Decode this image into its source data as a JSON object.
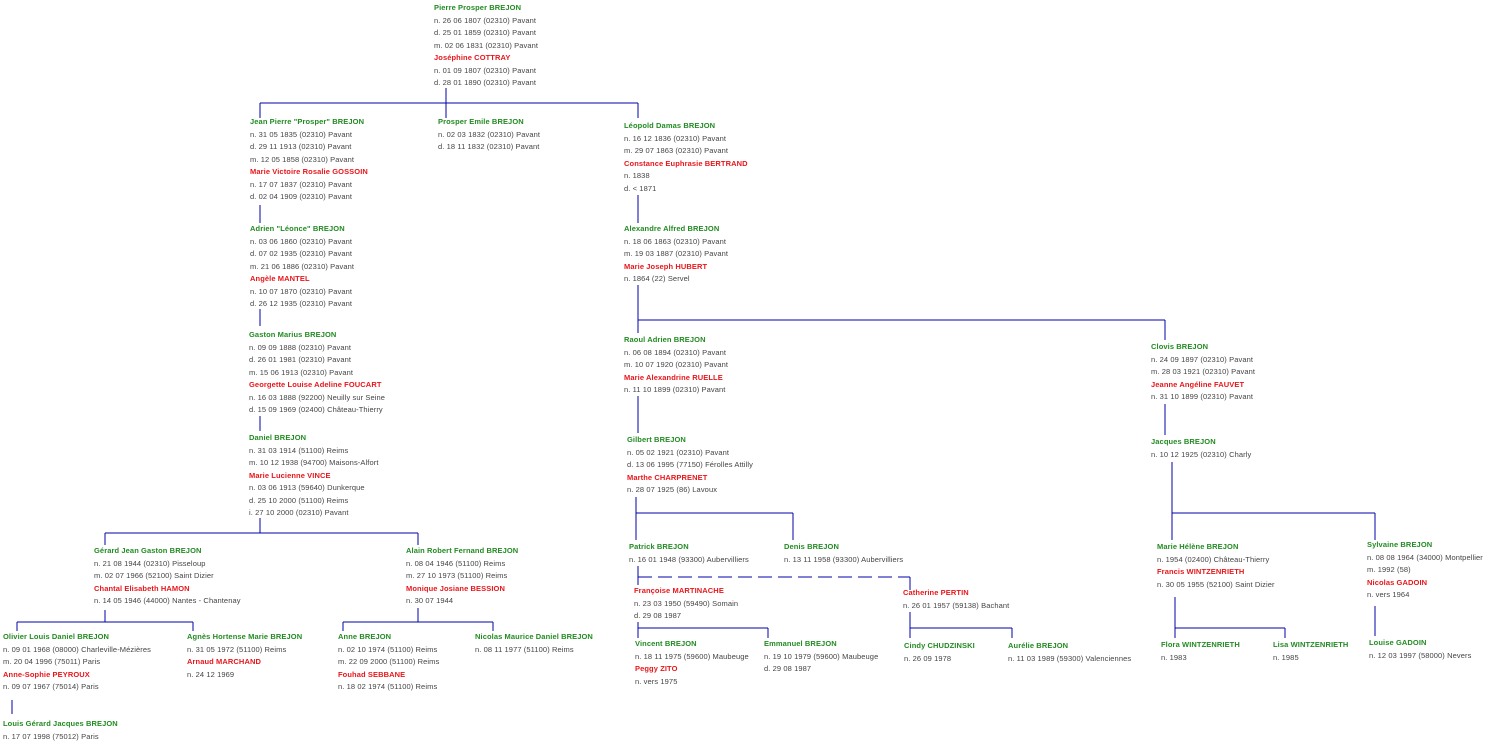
{
  "colors": {
    "person": "#228B22",
    "spouse": "#E8161B",
    "text": "#444444",
    "line": "#0000AA"
  },
  "people": {
    "p1": {
      "name": "Pierre Prosper BREJON",
      "lines": [
        "n. 26 06 1807 (02310) Pavant",
        "d. 25 01 1859 (02310) Pavant",
        "m. 02 06 1831 (02310) Pavant"
      ],
      "spouse": "Joséphine COTTRAY",
      "spouse_lines": [
        "n. 01 09 1807 (02310) Pavant",
        "d. 28 01 1890 (02310) Pavant"
      ]
    },
    "p2": {
      "name": "Jean Pierre \"Prosper\" BREJON",
      "lines": [
        "n. 31 05 1835 (02310) Pavant",
        "d. 29 11 1913 (02310) Pavant",
        "m. 12 05 1858 (02310) Pavant"
      ],
      "spouse": "Marie Victoire Rosalie GOSSOIN",
      "spouse_lines": [
        "n. 17 07 1837 (02310) Pavant",
        "d. 02 04 1909 (02310) Pavant"
      ]
    },
    "p3": {
      "name": "Prosper Emile BREJON",
      "lines": [
        "n. 02 03 1832 (02310) Pavant",
        "d. 18 11 1832 (02310) Pavant"
      ]
    },
    "p4": {
      "name": "Léopold Damas BREJON",
      "lines": [
        "n. 16 12 1836 (02310) Pavant",
        "m. 29 07 1863 (02310) Pavant"
      ],
      "spouse": "Constance Euphrasie BERTRAND",
      "spouse_lines": [
        "n.   1838",
        "d. < 1871"
      ]
    },
    "p5": {
      "name": "Adrien \"Léonce\" BREJON",
      "lines": [
        "n. 03 06 1860 (02310) Pavant",
        "d. 07 02 1935 (02310) Pavant",
        "m. 21 06 1886 (02310) Pavant"
      ],
      "spouse": "Angèle MANTEL",
      "spouse_lines": [
        "n. 10 07 1870 (02310) Pavant",
        "d. 26 12 1935 (02310) Pavant"
      ]
    },
    "p6": {
      "name": "Alexandre Alfred BREJON",
      "lines": [
        "n. 18 06 1863 (02310) Pavant",
        "m. 19 03 1887 (02310) Pavant"
      ],
      "spouse": "Marie Joseph HUBERT",
      "spouse_lines": [
        "n.   1864 (22) Servel"
      ]
    },
    "p7": {
      "name": "Gaston Marius BREJON",
      "lines": [
        "n. 09 09 1888 (02310) Pavant",
        "d. 26 01 1981 (02310) Pavant",
        "m. 15 06 1913 (02310) Pavant"
      ],
      "spouse": "Georgette Louise Adeline FOUCART",
      "spouse_lines": [
        "n. 16 03 1888 (92200) Neuilly sur Seine",
        "d. 15 09 1969 (02400) Château-Thierry"
      ]
    },
    "p8": {
      "name": "Raoul Adrien BREJON",
      "lines": [
        "n. 06 08 1894 (02310) Pavant",
        "m. 10 07 1920 (02310) Pavant"
      ],
      "spouse": "Marie Alexandrine RUELLE",
      "spouse_lines": [
        "n. 11 10 1899 (02310) Pavant"
      ]
    },
    "p9": {
      "name": "Clovis BREJON",
      "lines": [
        "n. 24 09 1897 (02310) Pavant",
        "m. 28 03 1921 (02310) Pavant"
      ],
      "spouse": "Jeanne Angéline FAUVET",
      "spouse_lines": [
        "n. 31 10 1899 (02310) Pavant"
      ]
    },
    "p10": {
      "name": "Daniel BREJON",
      "lines": [
        "n. 31 03 1914 (51100) Reims",
        "m. 10 12 1938 (94700) Maisons-Alfort"
      ],
      "spouse": "Marie Lucienne VINCE",
      "spouse_lines": [
        "n. 03 06 1913 (59640) Dunkerque",
        "d. 25 10 2000 (51100) Reims",
        "i. 27 10 2000 (02310) Pavant"
      ]
    },
    "p11": {
      "name": "Gilbert BREJON",
      "lines": [
        "n. 05 02 1921 (02310) Pavant",
        "d. 13 06 1995 (77150) Férolles Attilly"
      ],
      "spouse": "Marthe CHARPRENET",
      "spouse_lines": [
        "n. 28 07 1925 (86) Lavoux"
      ]
    },
    "p12": {
      "name": "Jacques BREJON",
      "lines": [
        "n. 10 12 1925 (02310) Charly"
      ]
    },
    "p13": {
      "name": "Gérard Jean Gaston BREJON",
      "lines": [
        "n. 21 08 1944 (02310) Pisseloup",
        "m. 02 07 1966 (52100) Saint Dizier"
      ],
      "spouse": "Chantal Elisabeth HAMON",
      "spouse_lines": [
        "n. 14 05 1946 (44000) Nantes - Chantenay"
      ]
    },
    "p14": {
      "name": "Alain Robert Fernand BREJON",
      "lines": [
        "n. 08 04 1946 (51100) Reims",
        "m. 27 10 1973 (51100) Reims"
      ],
      "spouse": "Monique Josiane BESSION",
      "spouse_lines": [
        "n. 30 07 1944"
      ]
    },
    "p15": {
      "name": "Patrick BREJON",
      "lines": [
        "n. 16 01 1948 (93300) Aubervilliers"
      ]
    },
    "p16": {
      "name": "Denis BREJON",
      "lines": [
        "n. 13 11 1958 (93300) Aubervilliers"
      ]
    },
    "p17": {
      "name": "Marie Hélène BREJON",
      "lines": [
        "n.   1954 (02400) Château-Thierry"
      ],
      "spouse": "Francis WINTZENRIETH",
      "spouse_lines": [
        "n. 30 05 1955 (52100) Saint Dizier"
      ]
    },
    "p18": {
      "name": "Sylvaine BREJON",
      "lines": [
        "n. 08 08 1964 (34000) Montpellier",
        "m.   1992 (58)"
      ],
      "spouse": "Nicolas GADOIN",
      "spouse_lines": [
        "n. vers 1964"
      ]
    },
    "p19": {
      "spouse": "Françoise MARTINACHE",
      "spouse_lines": [
        "n. 23 03 1950 (59490) Somain",
        "d. 29 08 1987"
      ]
    },
    "p20": {
      "spouse": "Catherine PERTIN",
      "spouse_lines": [
        "n. 26 01 1957 (59138) Bachant"
      ]
    },
    "p21": {
      "name": "Olivier Louis Daniel BREJON",
      "lines": [
        "n. 09 01 1968 (08000) Charleville-Mézières",
        "m. 20 04 1996 (75011) Paris"
      ],
      "spouse": "Anne-Sophie PEYROUX",
      "spouse_lines": [
        "n. 09 07 1967 (75014) Paris"
      ]
    },
    "p22": {
      "name": "Agnès Hortense Marie BREJON",
      "lines": [
        "n. 31 05 1972 (51100) Reims"
      ],
      "spouse": "Arnaud MARCHAND",
      "spouse_lines": [
        "n. 24 12 1969"
      ]
    },
    "p23": {
      "name": "Anne BREJON",
      "lines": [
        "n. 02 10 1974 (51100) Reims",
        "m. 22 09 2000 (51100) Reims"
      ],
      "spouse": "Fouhad SEBBANE",
      "spouse_lines": [
        "n. 18 02 1974 (51100) Reims"
      ]
    },
    "p24": {
      "name": "Nicolas Maurice Daniel BREJON",
      "lines": [
        "n. 08 11 1977 (51100) Reims"
      ]
    },
    "p25": {
      "name": "Vincent BREJON",
      "lines": [
        "n. 18 11 1975 (59600) Maubeuge"
      ],
      "spouse": "Peggy ZITO",
      "spouse_lines": [
        "n. vers 1975"
      ]
    },
    "p26": {
      "name": "Emmanuel BREJON",
      "lines": [
        "n. 19 10 1979 (59600) Maubeuge",
        "d. 29 08 1987"
      ]
    },
    "p27": {
      "name": "Cindy CHUDZINSKI",
      "lines": [
        "n. 26 09 1978"
      ]
    },
    "p28": {
      "name": "Aurélie BREJON",
      "lines": [
        "n. 11 03 1989 (59300) Valenciennes"
      ]
    },
    "p29": {
      "name": "Flora WINTZENRIETH",
      "lines": [
        "n.   1983"
      ]
    },
    "p30": {
      "name": "Lisa WINTZENRIETH",
      "lines": [
        "n.   1985"
      ]
    },
    "p31": {
      "name": "Louise GADOIN",
      "lines": [
        "n. 12 03 1997 (58000) Nevers"
      ]
    },
    "p32": {
      "name": "Louis Gérard Jacques BREJON",
      "lines": [
        "n. 17 07 1998 (75012) Paris"
      ]
    }
  }
}
